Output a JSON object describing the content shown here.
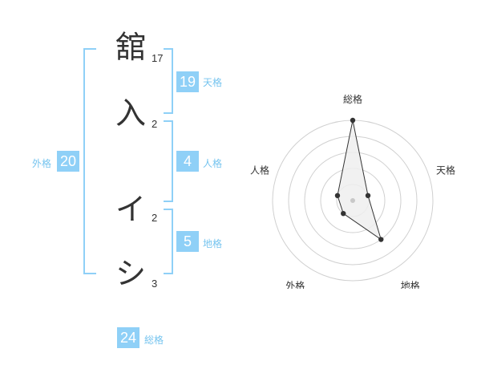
{
  "characters": [
    {
      "char": "舘",
      "strokes": "17"
    },
    {
      "char": "入",
      "strokes": "2"
    },
    {
      "char": "イ",
      "strokes": "2"
    },
    {
      "char": "シ",
      "strokes": "3"
    }
  ],
  "scores": {
    "tenkaku": {
      "value": "19",
      "label": "天格"
    },
    "jinkaku": {
      "value": "4",
      "label": "人格"
    },
    "chikaku": {
      "value": "5",
      "label": "地格"
    },
    "gaikaku": {
      "value": "20",
      "label": "外格"
    },
    "soukaku": {
      "value": "24",
      "label": "総格"
    }
  },
  "radar": {
    "axes": [
      "総格",
      "天格",
      "地格",
      "外格",
      "人格"
    ],
    "max": 5,
    "values": [
      5,
      1,
      3,
      1,
      1
    ],
    "ring_count": 5,
    "colors": {
      "fill": "#efefef",
      "stroke": "#333333",
      "ring": "#d0d0d0"
    }
  },
  "colors": {
    "accent": "#8fd0f7",
    "label": "#76c4ef",
    "text": "#333333"
  }
}
